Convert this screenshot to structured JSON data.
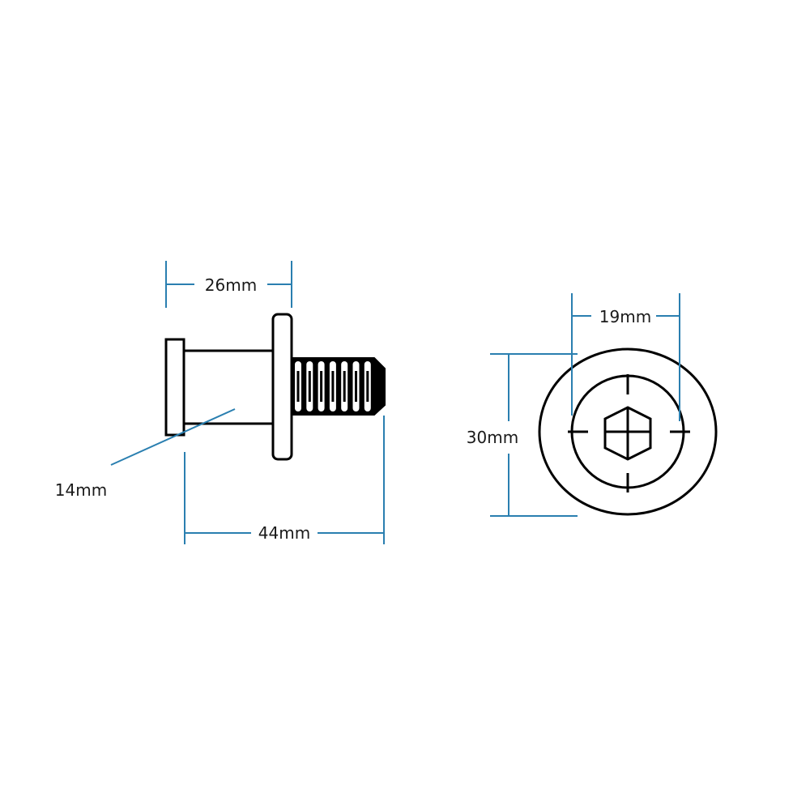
{
  "title": "Bolt dimension drawing",
  "colors": {
    "dimension": "#2a7fb0",
    "outline": "#000000"
  },
  "side_view": {
    "flange_width_label": "26mm",
    "shank_diameter_label": "14mm",
    "total_length_label": "44mm"
  },
  "end_view": {
    "inner_diameter_label": "19mm",
    "outer_diameter_label": "30mm"
  }
}
